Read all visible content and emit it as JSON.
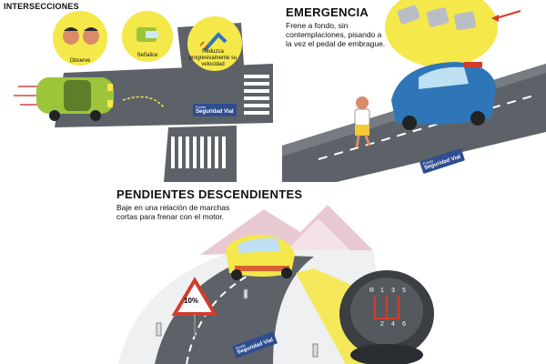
{
  "intersections": {
    "title": "INTERSECCIONES",
    "step1": "Observe",
    "step2": "Señalice",
    "step3": "Reduzca progresivamente su velocidad",
    "sign_line1": "Fondo",
    "sign_line2": "Seguridad Vial"
  },
  "emergency": {
    "title": "EMERGENCIA",
    "text": "Frene a fondo, sin contemplaciones, pisando a la vez el pedal de embrague.",
    "sign_line1": "Fondo",
    "sign_line2": "Seguridad Vial"
  },
  "downhill": {
    "title": "PENDIENTES DESCENDIENTES",
    "text": "Baje en una relación de marchas cortas para frenar con el motor.",
    "grade_sign": "10%",
    "gear_labels": [
      "R",
      "1",
      "3",
      "5",
      "2",
      "4",
      "6"
    ],
    "sign_line1": "Fondo",
    "sign_line2": "Seguridad Vial"
  },
  "colors": {
    "yellow": "#f5e84a",
    "road": "#5d6268",
    "blue_car": "#2e76b8",
    "green_car": "#9cc53a",
    "sign_blue": "#2f4d8f"
  }
}
